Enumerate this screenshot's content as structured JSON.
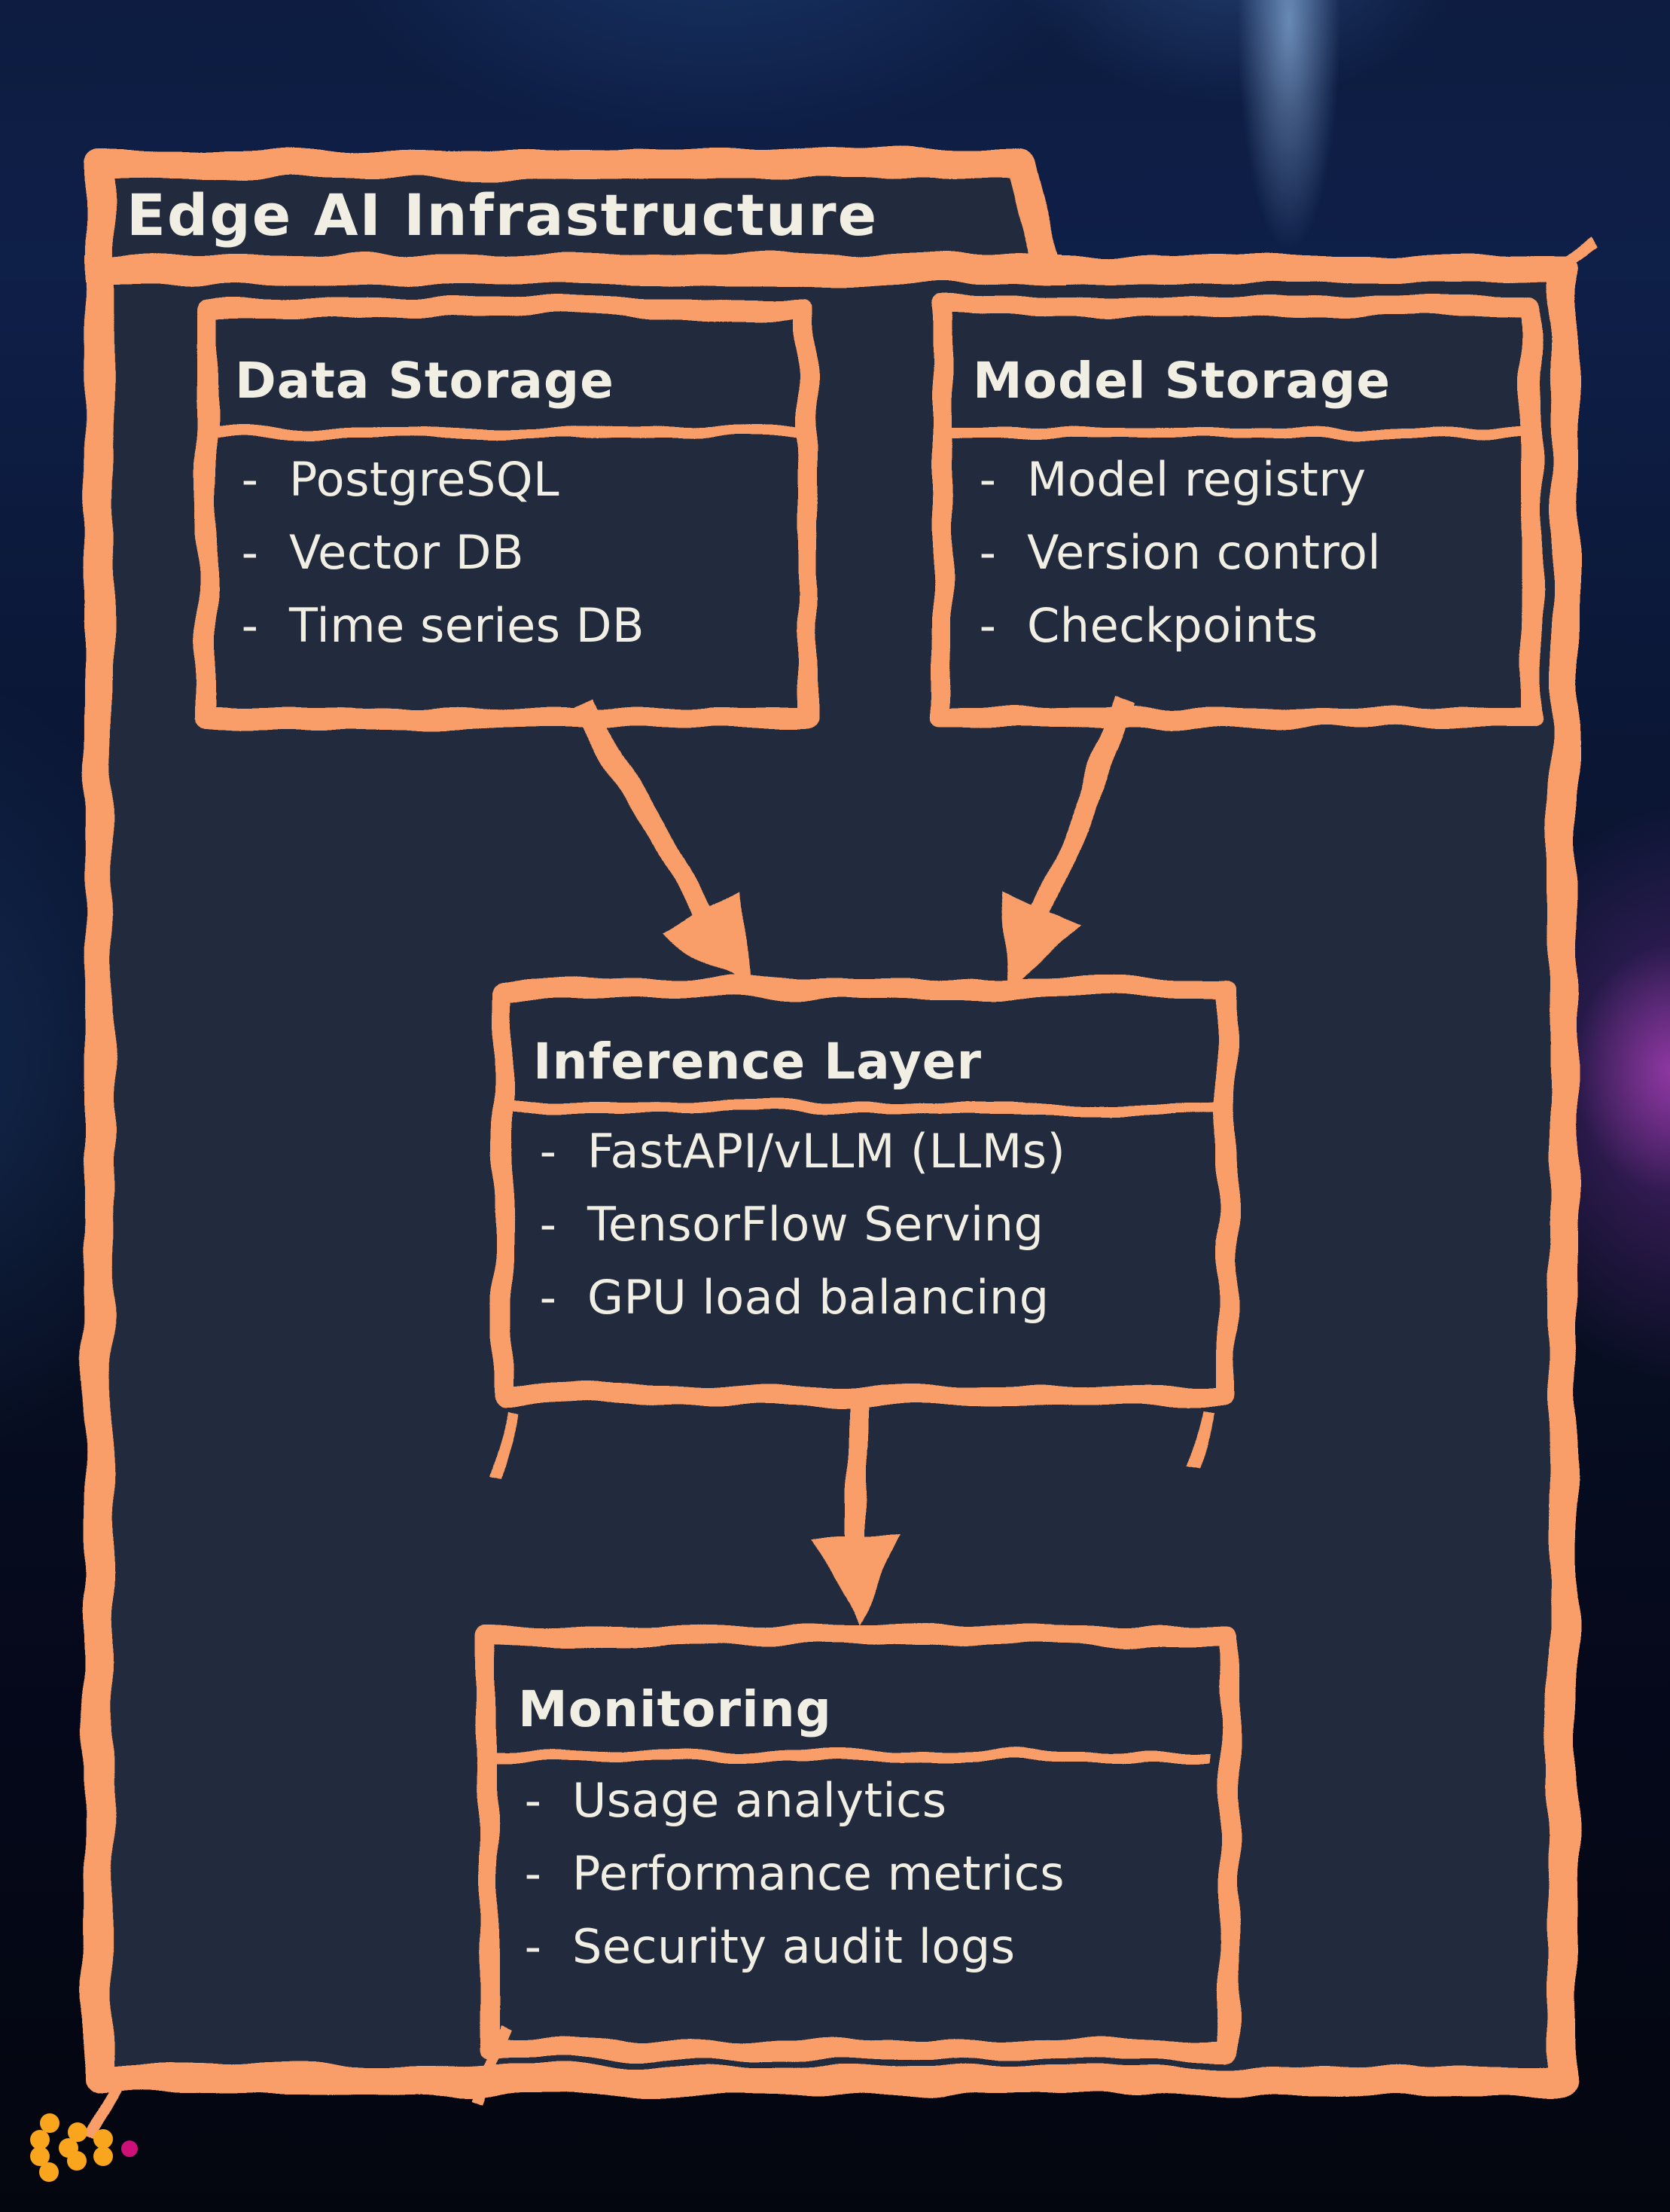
{
  "title": "Edge AI Infrastructure",
  "bullet": "-",
  "boxes": [
    {
      "id": "data-storage",
      "title": "Data Storage",
      "items": [
        "PostgreSQL",
        "Vector DB",
        "Time series DB"
      ]
    },
    {
      "id": "model-storage",
      "title": "Model Storage",
      "items": [
        "Model registry",
        "Version control",
        "Checkpoints"
      ]
    },
    {
      "id": "inference-layer",
      "title": "Inference Layer",
      "items": [
        "FastAPI/vLLM (LLMs)",
        "TensorFlow Serving",
        "GPU load balancing"
      ]
    },
    {
      "id": "monitoring",
      "title": "Monitoring",
      "items": [
        "Usage analytics",
        "Performance metrics",
        "Security audit logs"
      ]
    }
  ],
  "edges": [
    {
      "from": "Data Storage",
      "to": "Inference Layer"
    },
    {
      "from": "Model Storage",
      "to": "Inference Layer"
    },
    {
      "from": "Inference Layer",
      "to": "Monitoring"
    }
  ],
  "colors": {
    "accent_orange": "#F99E68",
    "panel_fill": "#232C3C",
    "text_cream": "#F1EEE3",
    "background_navy": "#0B1736",
    "glow_blue": "#4A7CBE",
    "glow_purple": "#9632B9",
    "logo_orange": "#F9A51D",
    "logo_pink": "#CE1178"
  }
}
